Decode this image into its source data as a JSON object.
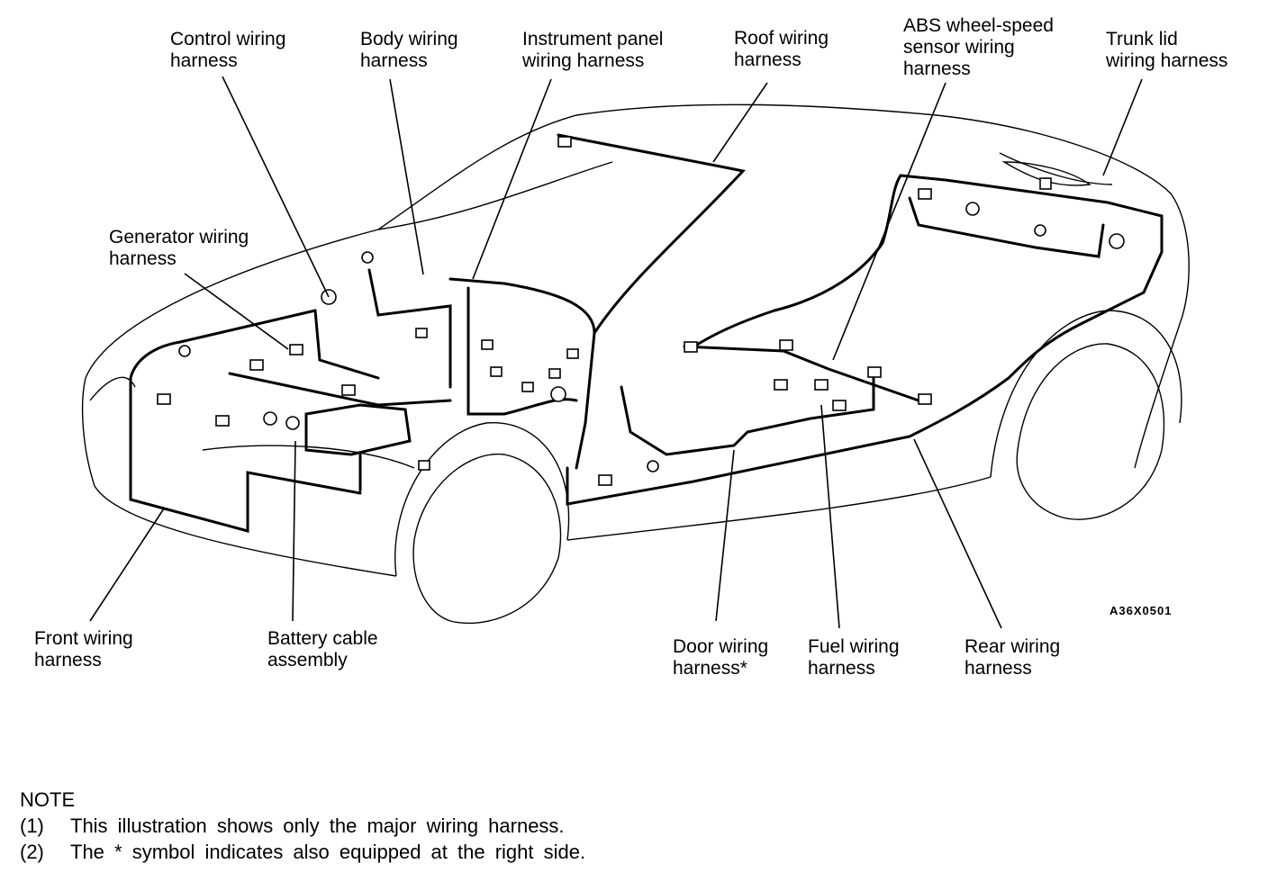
{
  "labels": {
    "control": [
      "Control wiring",
      "harness"
    ],
    "body": [
      "Body  wiring",
      "harness"
    ],
    "instrument": [
      "Instrument panel",
      "wiring harness"
    ],
    "roof": [
      "Roof wiring",
      "harness"
    ],
    "abs": [
      "ABS wheel-speed",
      "sensor wiring",
      "harness"
    ],
    "trunk": [
      "Trunk lid",
      "wiring harness"
    ],
    "generator": [
      "Generator wiring",
      "harness"
    ],
    "front": [
      "Front wiring",
      "harness"
    ],
    "battery": [
      "Battery cable",
      "assembly"
    ],
    "door": [
      "Door wiring",
      "harness*"
    ],
    "fuel": [
      "Fuel wiring",
      "harness"
    ],
    "rear": [
      "Rear wiring",
      "harness"
    ]
  },
  "figure_code": "A36X0501",
  "note": {
    "title": "NOTE",
    "items": [
      {
        "num": "(1)",
        "text": "This illustration shows only the major wiring harness."
      },
      {
        "num": "(2)",
        "text": "The * symbol indicates also equipped at the right side."
      }
    ]
  }
}
